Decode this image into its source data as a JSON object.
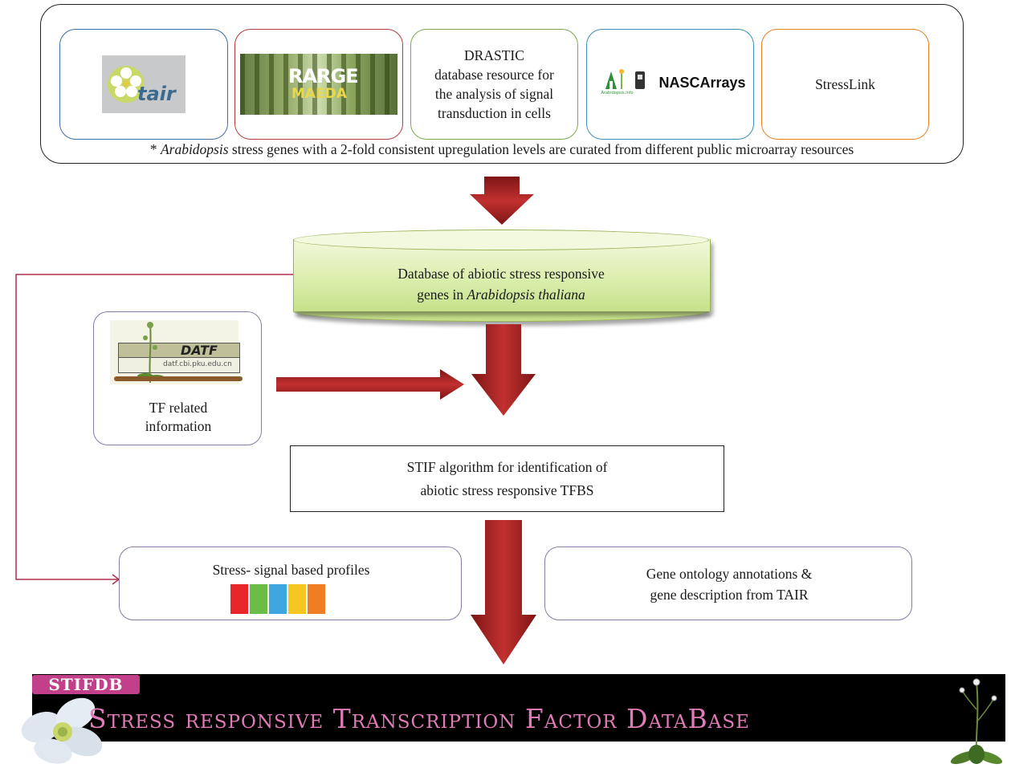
{
  "sources": {
    "tair": {
      "logo_text": "tair"
    },
    "rarge": {
      "line1": "RARGE",
      "line2": "MAEDA"
    },
    "drastic": {
      "title": "DRASTIC",
      "line2": "database resource for",
      "line3": "the analysis of signal",
      "line4": "transduction in cells"
    },
    "nasc": {
      "label": "NASCArrays",
      "small_text": "Arabidopsis.info"
    },
    "stresslink": {
      "label": "StressLink"
    },
    "caption_star": "* ",
    "caption_italic": "Arabidopsis",
    "caption_rest": " stress genes with a 2-fold consistent upregulation levels are curated from different public microarray resources"
  },
  "database": {
    "line1": "Database of abiotic stress responsive",
    "line2_pre": "genes in ",
    "line2_italic": "Arabidopsis thaliana"
  },
  "datf": {
    "logo_text": "DATF",
    "url_text": "datf.cbi.pku.edu.cn",
    "line1": "TF related",
    "line2": "information"
  },
  "stif": {
    "line1": "STIF algorithm for identification of",
    "line2": "abiotic stress responsive TFBS"
  },
  "profiles": {
    "label": "Stress- signal based profiles",
    "swatch_colors": [
      "#e8262a",
      "#6cbd45",
      "#3ea7e0",
      "#f6c623",
      "#ef7e23"
    ]
  },
  "gene_ontology": {
    "line1": "Gene ontology annotations &",
    "line2": "gene description from TAIR"
  },
  "banner": {
    "tag": "STIFDB",
    "title": "Stress responsive Transcription Factor DataBase"
  },
  "colors": {
    "arrow": "#a01f1f",
    "feedback_line": "#b0304a",
    "tair_border": "#3d6ea8",
    "rarge_border": "#b43b3b",
    "drastic_border": "#7fa84a",
    "nasc_border": "#3a8fb8",
    "stresslink_border": "#e8821e"
  }
}
